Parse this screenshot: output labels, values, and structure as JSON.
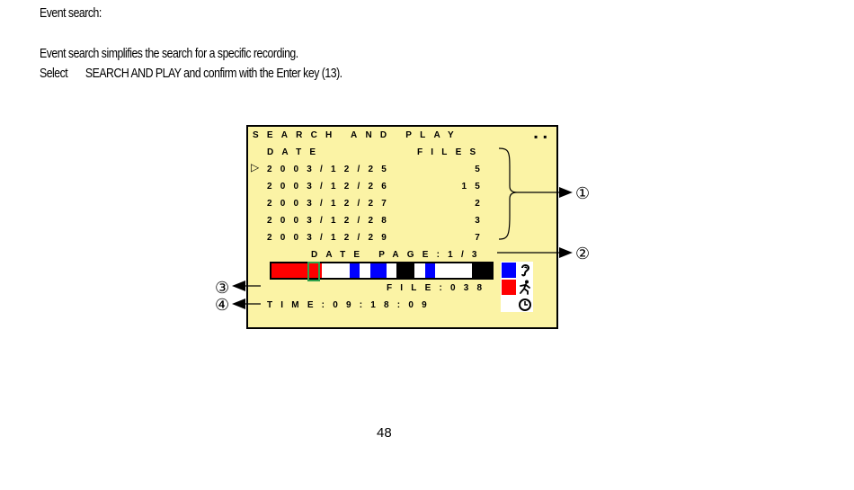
{
  "doc": {
    "heading": "Event search:",
    "paragraph": "Event search simplifies the search for a specific recording.",
    "select_word": "Select",
    "instruction": "SEARCH AND PLAY and confirm with the Enter key (13).",
    "page_number": "48"
  },
  "screen": {
    "title": "SEARCH AND PLAY",
    "corner_indicator": "▪▪",
    "date_header": "DATE",
    "files_header": "FILES",
    "cursor": "▷",
    "rows": [
      {
        "date": "2003/12/25",
        "files": "5"
      },
      {
        "date": "2003/12/26",
        "files": "15"
      },
      {
        "date": "2003/12/27",
        "files": "2"
      },
      {
        "date": "2003/12/28",
        "files": "3"
      },
      {
        "date": "2003/12/29",
        "files": "7"
      }
    ],
    "date_page": "DATE PAGE:1/3",
    "file_label": "FILE:038",
    "time_label": "TIME:09:18:09",
    "timeline": [
      {
        "color": "#ff0000",
        "fraction": 0.17
      },
      {
        "color": "#ff0000",
        "fraction": 0.05
      },
      {
        "color": "#ffffff",
        "fraction": 0.12
      },
      {
        "color": "#0000ff",
        "fraction": 0.045
      },
      {
        "color": "#ffffff",
        "fraction": 0.045
      },
      {
        "color": "#0000ff",
        "fraction": 0.07
      },
      {
        "color": "#ffffff",
        "fraction": 0.045
      },
      {
        "color": "#000000",
        "fraction": 0.08
      },
      {
        "color": "#ffffff",
        "fraction": 0.045
      },
      {
        "color": "#0000ff",
        "fraction": 0.045
      },
      {
        "color": "#ffffff",
        "fraction": 0.16
      },
      {
        "color": "#000000",
        "fraction": 0.085
      }
    ],
    "legend": [
      {
        "color": "#0000ff",
        "icon": "ear-icon"
      },
      {
        "color": "#ff0000",
        "icon": "running-person-icon"
      },
      {
        "color": "#ffffff",
        "icon": "clock-icon"
      }
    ]
  },
  "callouts": [
    "①",
    "②",
    "③",
    "④"
  ]
}
